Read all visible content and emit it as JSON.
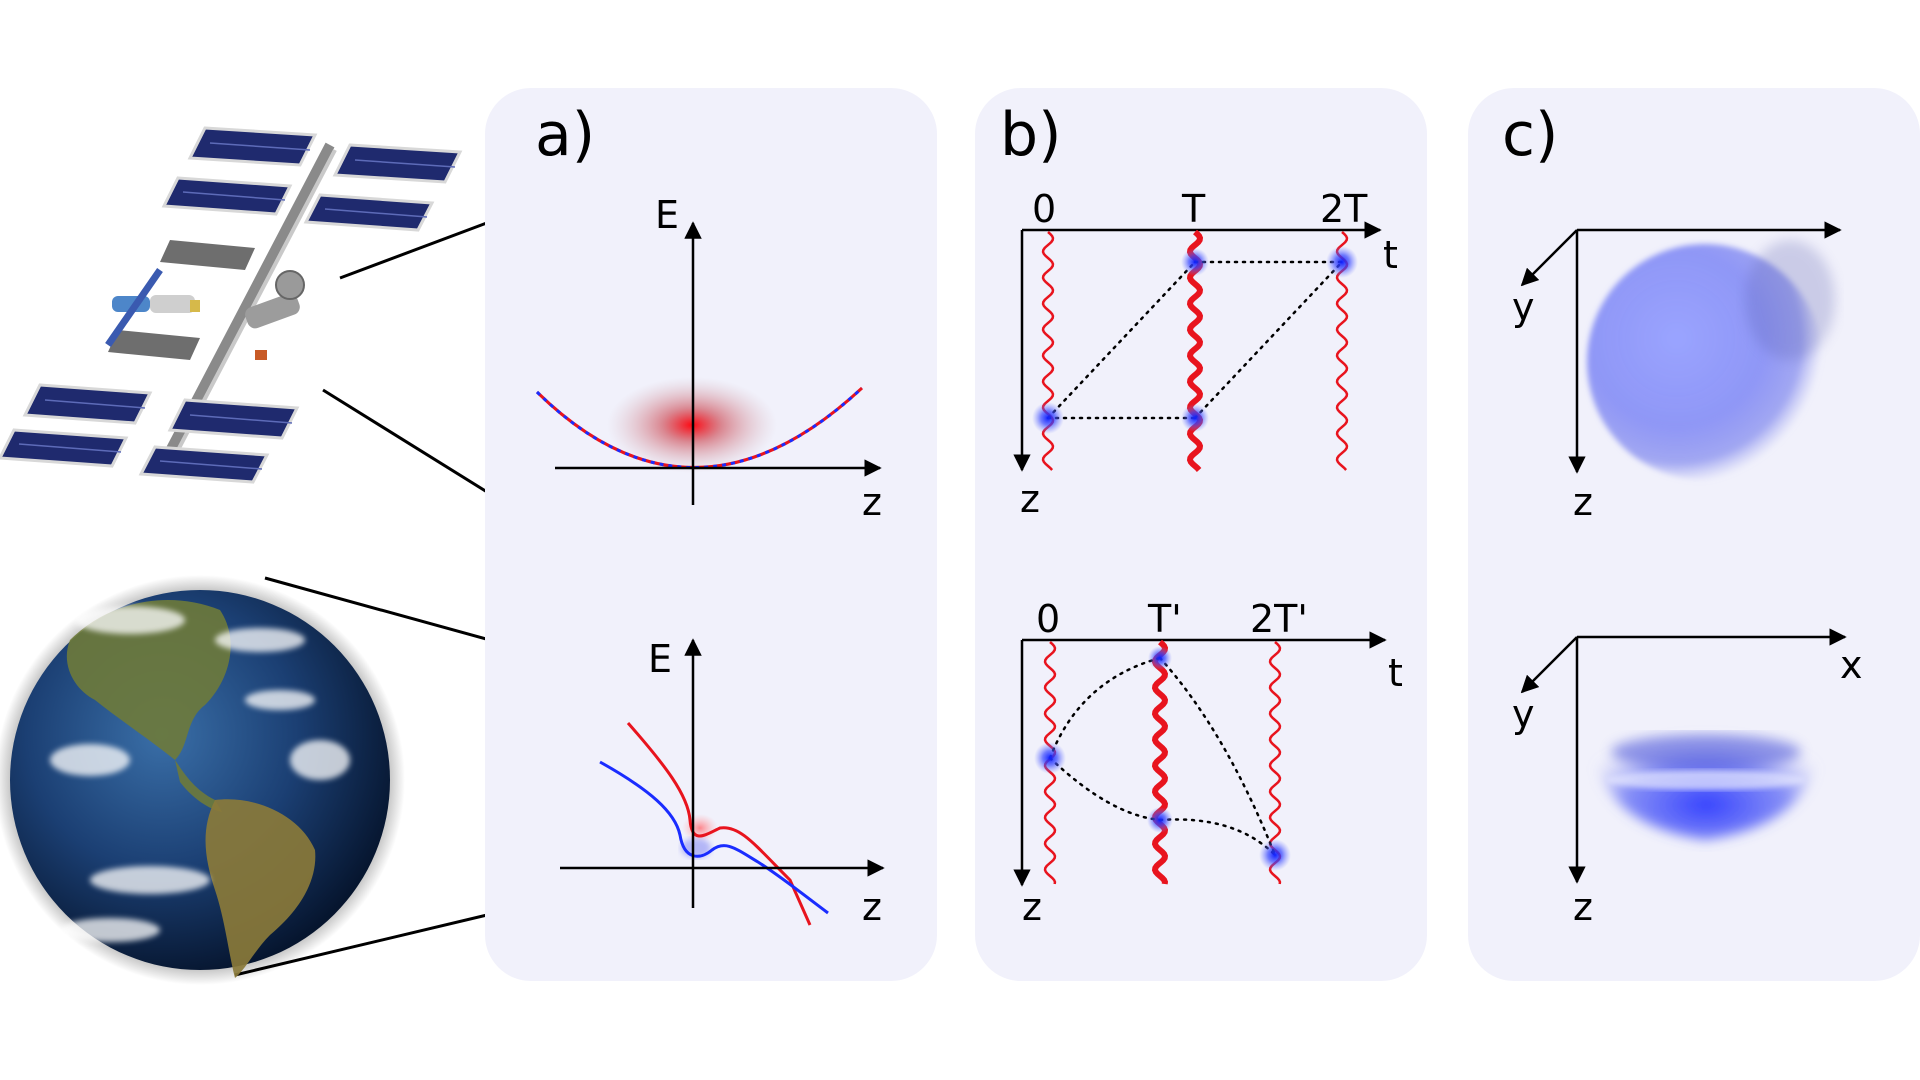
{
  "panels": {
    "a": {
      "label": "a)",
      "top_plot": {
        "y_axis": "E",
        "x_axis": "z"
      },
      "bottom_plot": {
        "y_axis": "E",
        "x_axis": "z"
      }
    },
    "b": {
      "label": "b)",
      "top_plot": {
        "ticks": [
          "0",
          "T",
          "2T"
        ],
        "time_axis": "t",
        "position_axis": "z"
      },
      "bottom_plot": {
        "ticks": [
          "0",
          "T'",
          "2T'"
        ],
        "time_axis": "t",
        "position_axis": "z"
      }
    },
    "c": {
      "label": "c)",
      "top_plot": {
        "vertical_axis": "z",
        "depth_axis": "y"
      },
      "bottom_plot": {
        "horizontal_axis": "x",
        "vertical_axis": "z",
        "depth_axis": "y"
      }
    }
  },
  "colors": {
    "panel_bg": "#f1f1fb",
    "laser_red": "#e8141e",
    "atom_blue": "#1a2cff",
    "cloud_blue": "#8c93f4",
    "axis": "#000000"
  },
  "icons": {
    "space_station": "space-station-icon",
    "earth": "earth-globe-icon"
  }
}
